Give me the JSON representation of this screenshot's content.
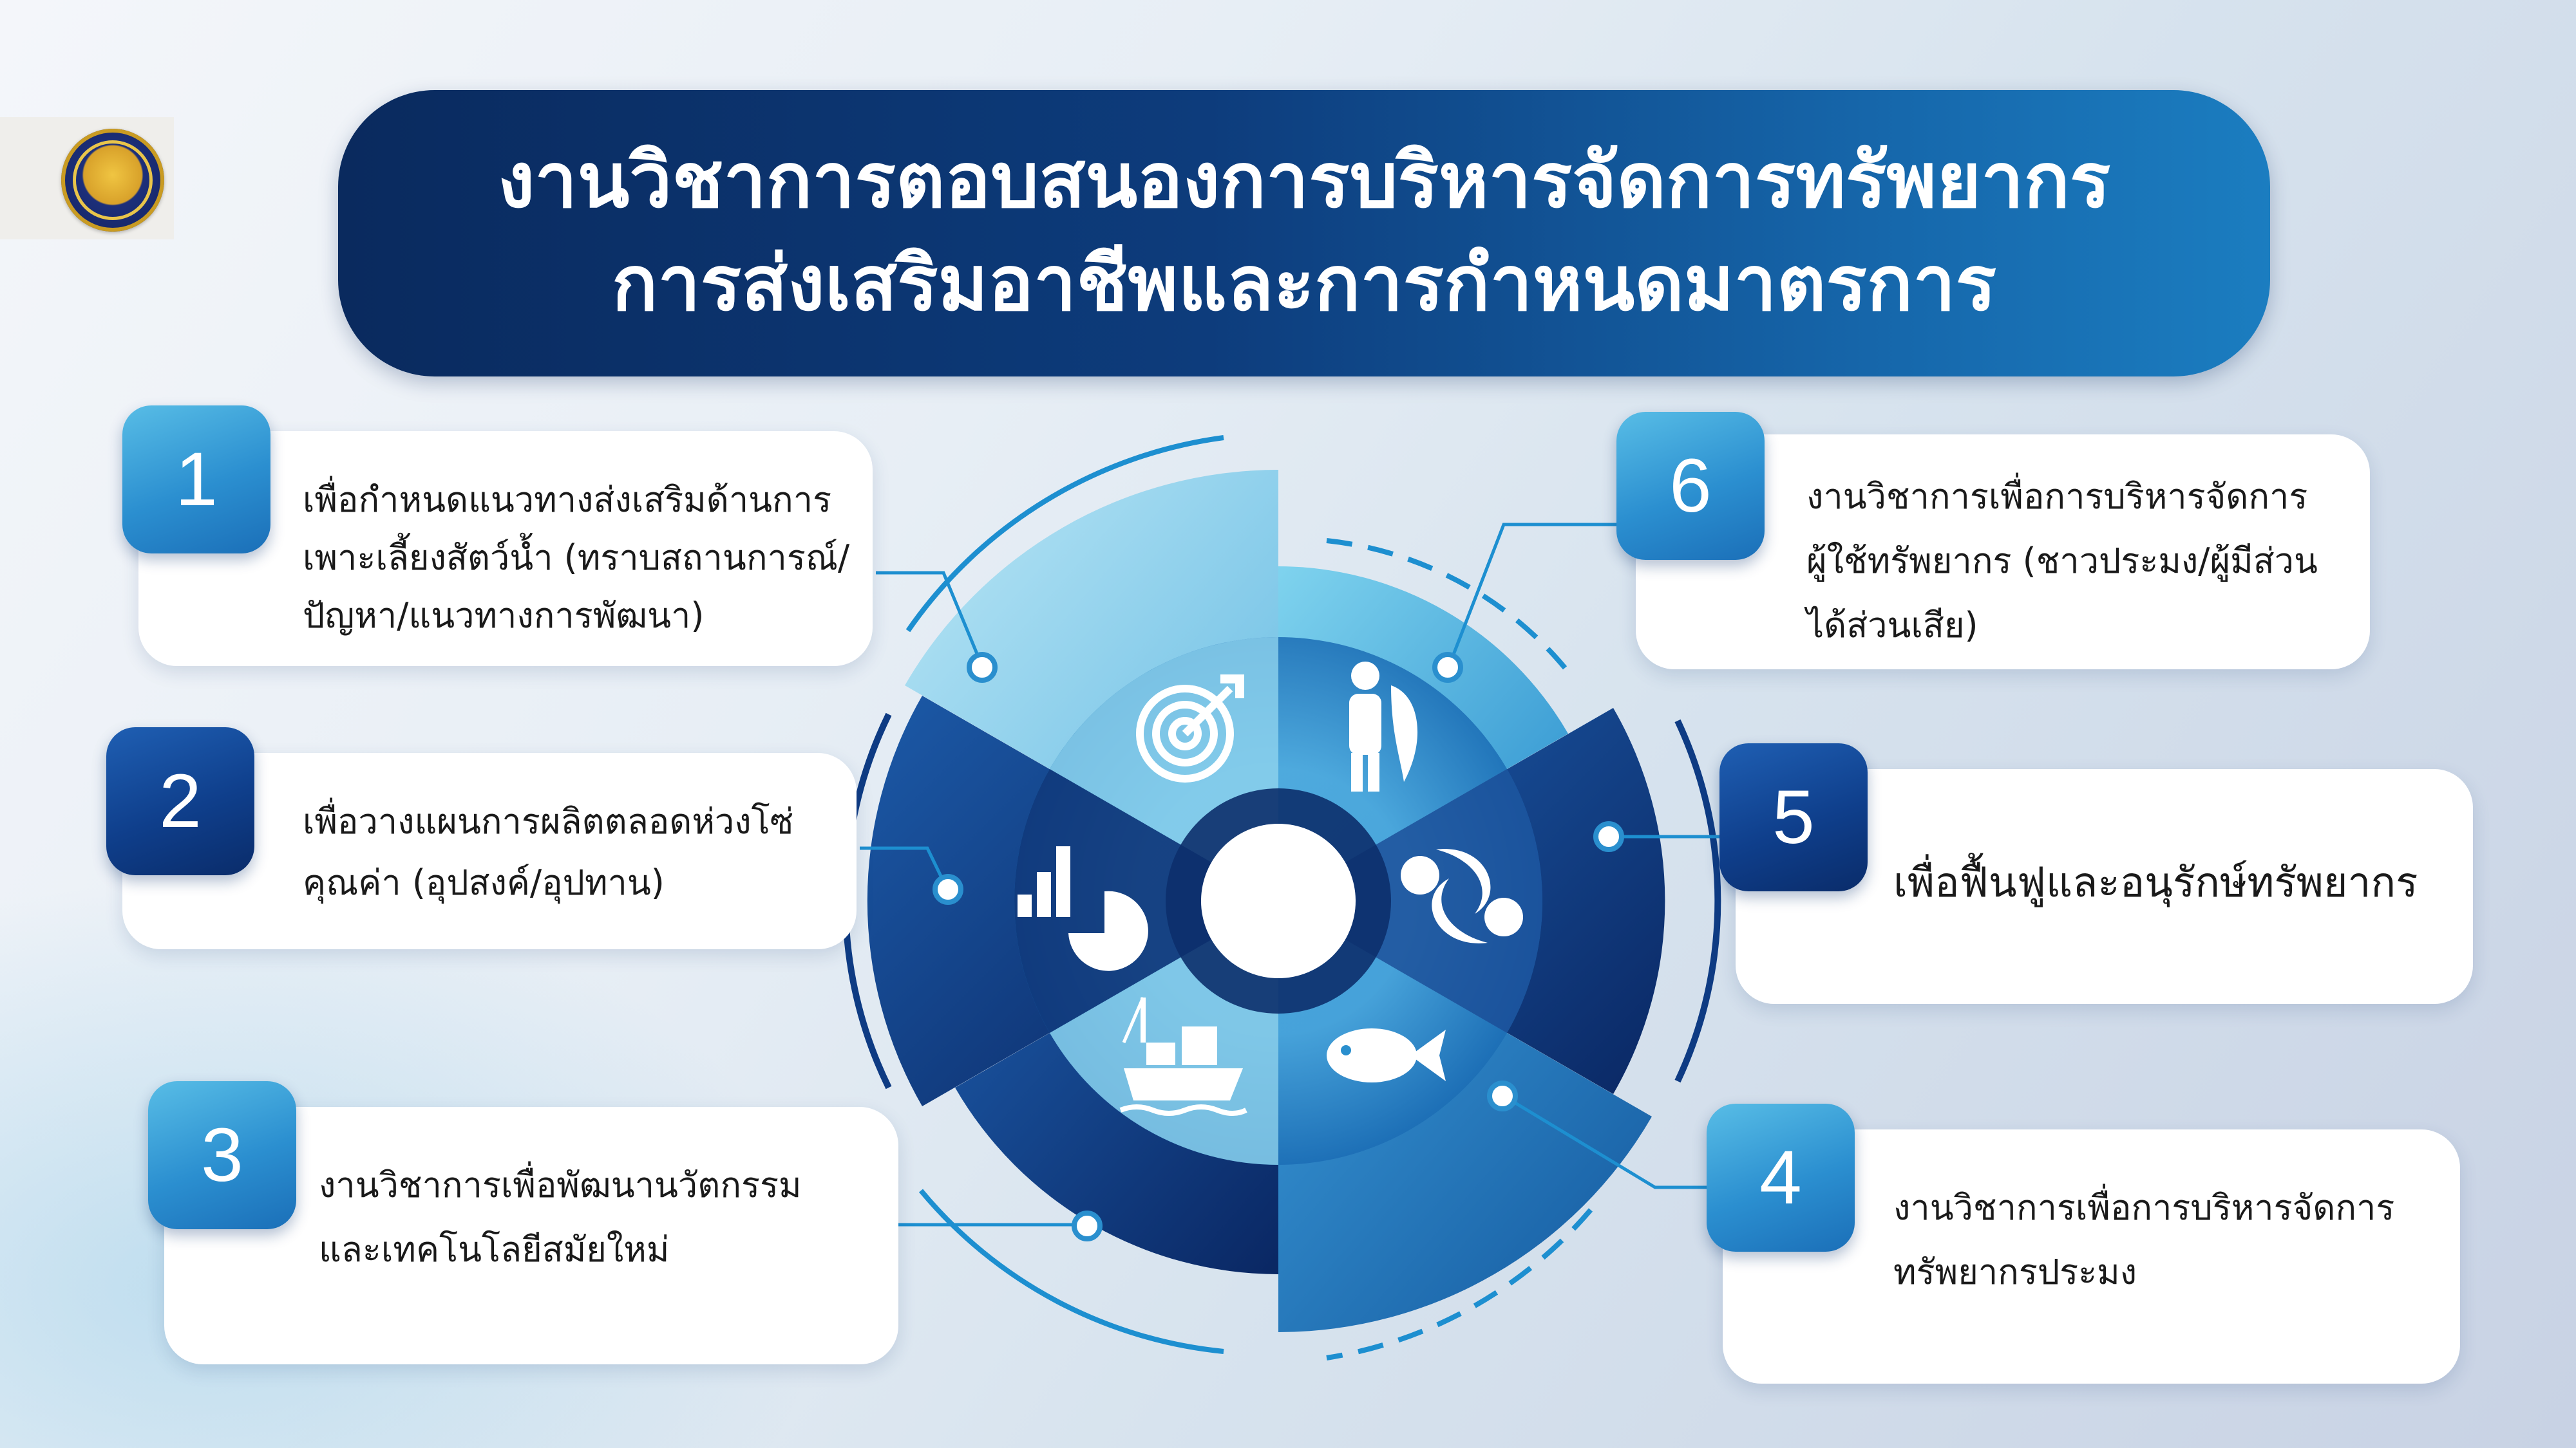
{
  "title": {
    "line1": "งานวิชาการตอบสนองการบริหารจัดการทรัพยากร",
    "line2": "การส่งเสริมอาชีพและการกำหนดมาตรการ"
  },
  "items": [
    {
      "number": "1",
      "lines": [
        "เพื่อกำหนดแนวทางส่งเสริมด้านการ",
        "เพาะเลี้ยงสัตว์น้ำ (ทราบสถานการณ์/",
        "ปัญหา/แนวทางการพัฒนา)"
      ]
    },
    {
      "number": "2",
      "lines": [
        "เพื่อวางแผนการผลิตตลอดห่วงโซ่",
        "คุณค่า (อุปสงค์/อุปทาน)"
      ]
    },
    {
      "number": "3",
      "lines": [
        "งานวิชาการเพื่อพัฒนานวัตกรรม",
        "และเทคโนโลยีสมัยใหม่"
      ]
    },
    {
      "number": "4",
      "lines": [
        "งานวิชาการเพื่อการบริหารจัดการ",
        "ทรัพยากรประมง"
      ]
    },
    {
      "number": "5",
      "lines": [
        "เพื่อฟื้นฟูและอนุรักษ์ทรัพยากร"
      ]
    },
    {
      "number": "6",
      "lines": [
        "งานวิชาการเพื่อการบริหารจัดการ",
        "ผู้ใช้ทรัพยากร (ชาวประมง/ผู้มีส่วน",
        "ได้ส่วนเสีย)"
      ]
    }
  ],
  "icons": [
    "target-icon",
    "fisherman-icon",
    "fish-pair-icon",
    "fish-icon",
    "fishing-boat-icon",
    "chart-icon"
  ],
  "colors": {
    "banner_dark": "#0a2a5e",
    "banner_light": "#1b7dc0",
    "badge_light": "#2b8fd0",
    "badge_dark": "#0f3f8c",
    "ring_accent": "#1d8fd0"
  }
}
